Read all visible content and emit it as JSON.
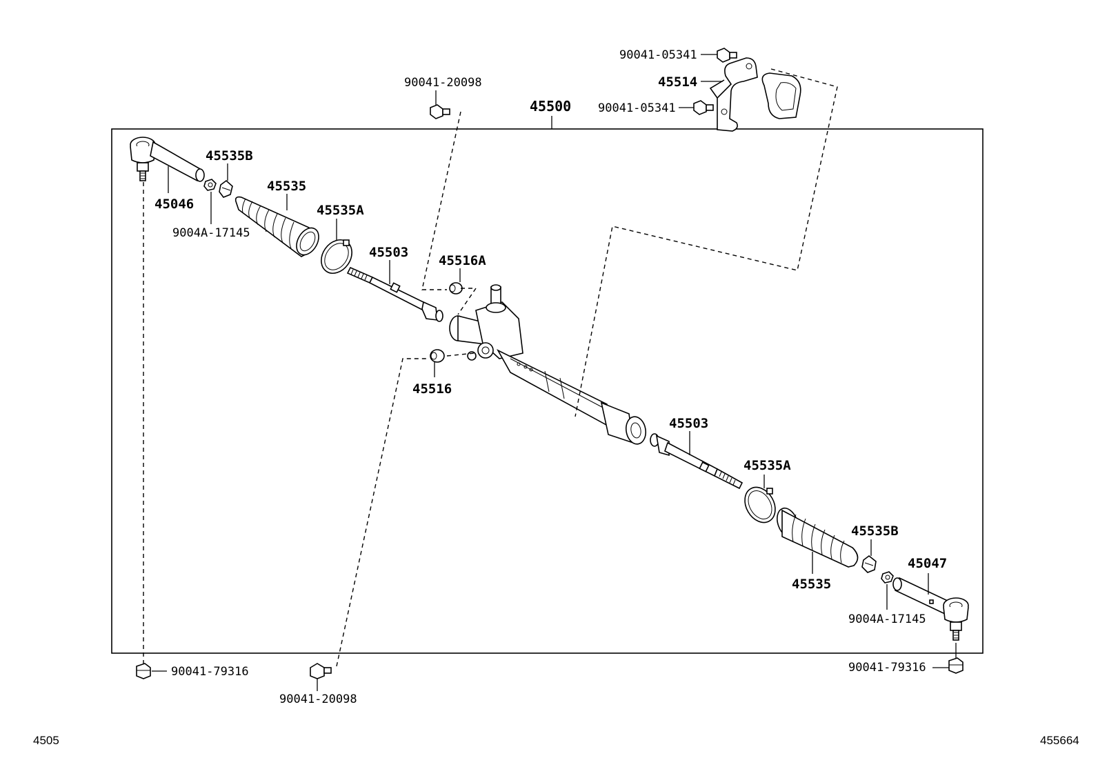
{
  "diagram": {
    "assembly_label": "45500",
    "parts": {
      "tie_rod_end_left": "45046",
      "tie_rod_end_right": "45047",
      "boot_left": "45535",
      "boot_right": "45535",
      "boot_clamp_left": "45535A",
      "boot_clamp_right": "45535A",
      "boot_clip_left": "45535B",
      "boot_clip_right": "45535B",
      "rack_end_left": "45503",
      "rack_end_right": "45503",
      "bushing_upper": "45516A",
      "bushing_lower": "45516",
      "bracket": "45514",
      "lock_nut_left": "9004A-17145",
      "lock_nut_right": "9004A-17145",
      "bracket_bolt_upper": "90041-05341",
      "bracket_bolt_lower": "90041-05341",
      "mount_bolt_upper": "90041-20098",
      "mount_bolt_lower": "90041-20098",
      "castle_nut_left": "90041-79316",
      "castle_nut_right": "90041-79316"
    },
    "footer": {
      "left_code": "4505",
      "right_code": "455664"
    }
  }
}
